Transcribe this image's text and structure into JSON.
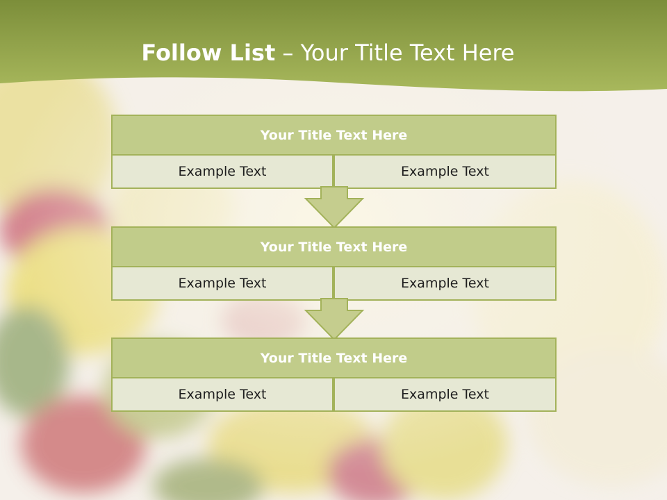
{
  "header": {
    "title_bold": "Follow List",
    "title_rest": " – Your Title Text Here"
  },
  "blocks": [
    {
      "title": "Your Title Text Here",
      "left_text": "Example Text",
      "right_text": "Example Text"
    },
    {
      "title": "Your Title Text Here",
      "left_text": "Example Text",
      "right_text": "Example Text"
    },
    {
      "title": "Your Title Text Here",
      "left_text": "Example Text",
      "right_text": "Example Text"
    }
  ],
  "colors": {
    "header_green": "#8fa041",
    "box_title_fill": "#c1cc8a",
    "box_border": "#a3b25a",
    "cell_fill": "#e6e8d4",
    "arrow_fill": "#c5cd8e"
  }
}
